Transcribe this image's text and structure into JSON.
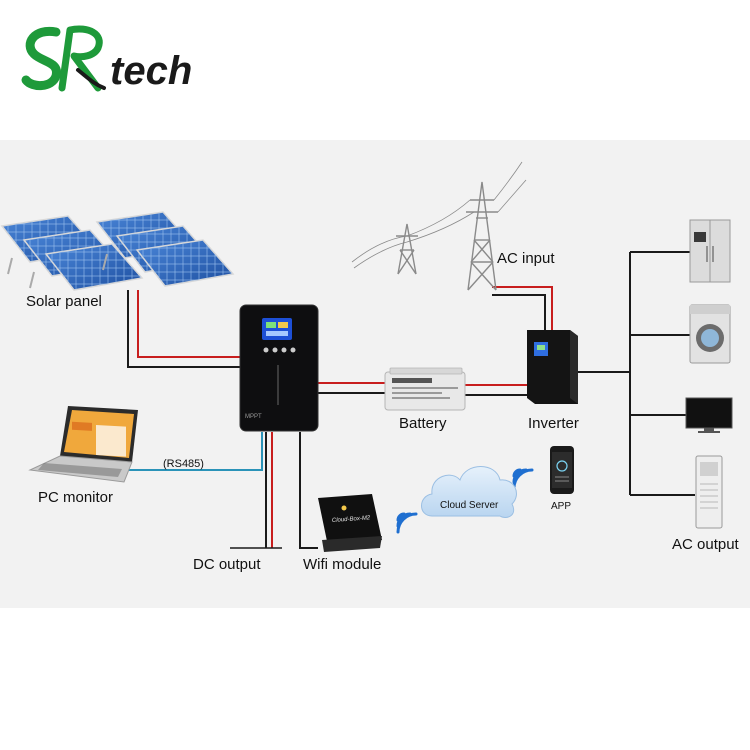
{
  "brand": {
    "logo_text": "SRtech",
    "color_green": "#1e9a3a",
    "color_dark": "#1a1a1a"
  },
  "labels": {
    "solar_panel": "Solar panel",
    "pc_monitor": "PC monitor",
    "rs485": "(RS485)",
    "dc_output": "DC output",
    "wifi_module": "Wifi module",
    "battery": "Battery",
    "inverter": "Inverter",
    "ac_input": "AC input",
    "ac_output": "AC output",
    "cloud_server": "Cloud Server",
    "app": "APP"
  },
  "device_text": {
    "controller_brand": "MPPT",
    "wifi_box": "Cloud-Box-M2"
  },
  "colors": {
    "wire_positive": "#c81e1e",
    "wire_negative": "#1a1a1a",
    "wire_signal": "#2a93b8",
    "wifi_signal": "#1f6fd0",
    "cloud": "#cfe3f7"
  },
  "icons": [
    "solar-panel-icon",
    "laptop-icon",
    "controller-icon",
    "wifi-module-icon",
    "battery-icon",
    "inverter-icon",
    "power-tower-icon",
    "cloud-icon",
    "wifi-signal-icon",
    "phone-icon",
    "fridge-icon",
    "washing-machine-icon",
    "tv-icon",
    "air-conditioner-icon"
  ]
}
